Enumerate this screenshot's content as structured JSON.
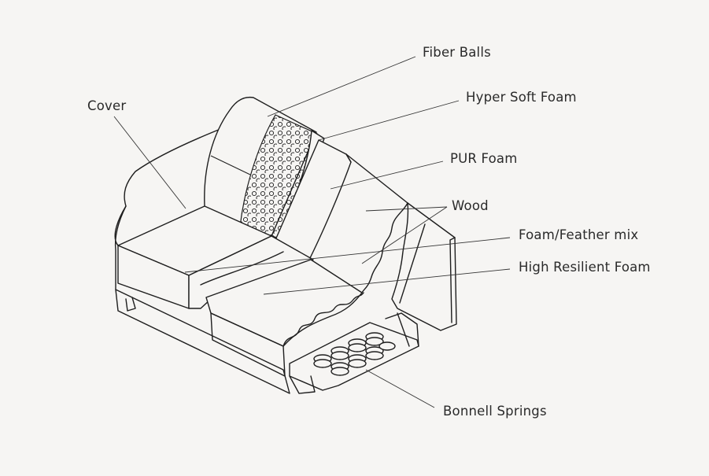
{
  "diagram": {
    "labels": {
      "fiber_balls": "Fiber Balls",
      "hyper_soft_foam": "Hyper Soft Foam",
      "cover": "Cover",
      "pur_foam": "PUR Foam",
      "wood": "Wood",
      "foam_feather_mix": "Foam/Feather mix",
      "high_resilient_foam": "High Resilient Foam",
      "bonnell_springs": "Bonnell Springs"
    },
    "colors": {
      "background": "#f6f5f3",
      "line": "#1e1e1e",
      "text": "#2a2a2a"
    }
  }
}
